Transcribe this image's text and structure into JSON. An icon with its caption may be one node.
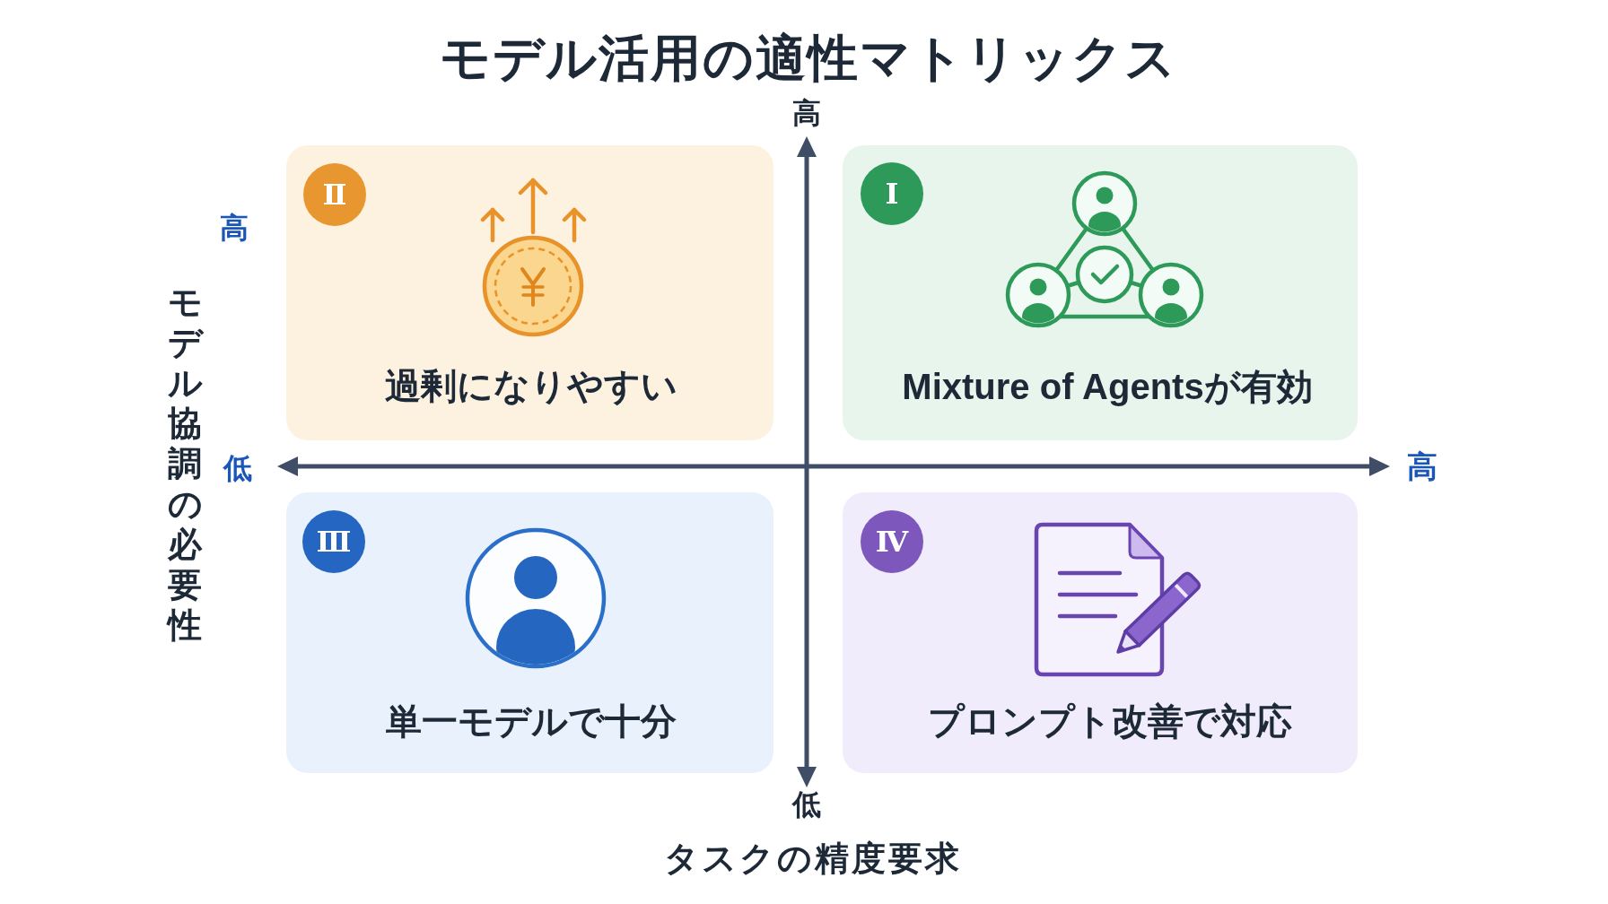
{
  "diagram": {
    "title": "モデル活用の適性マトリックス",
    "nodes": [
      {
        "text": [
          "過剰になりやすい"
        ]
      },
      {
        "text": [
          "Ⅱ"
        ],
        "in": 0
      },
      {
        "text": [
          "Mixture of Agentsが有効"
        ]
      },
      {
        "text": [
          "Ⅰ"
        ],
        "in": 2
      },
      {
        "text": [
          "単一モデルで十分"
        ]
      },
      {
        "text": [
          "Ⅲ"
        ],
        "in": 4
      },
      {
        "text": [
          "プロンプト改善で対応"
        ]
      },
      {
        "text": [
          "Ⅳ"
        ],
        "in": 6
      }
    ],
    "labels": [
      "高",
      "高",
      "モデル協調の必要性",
      "低",
      "高",
      "低",
      "タスクの精度要求"
    ]
  }
}
